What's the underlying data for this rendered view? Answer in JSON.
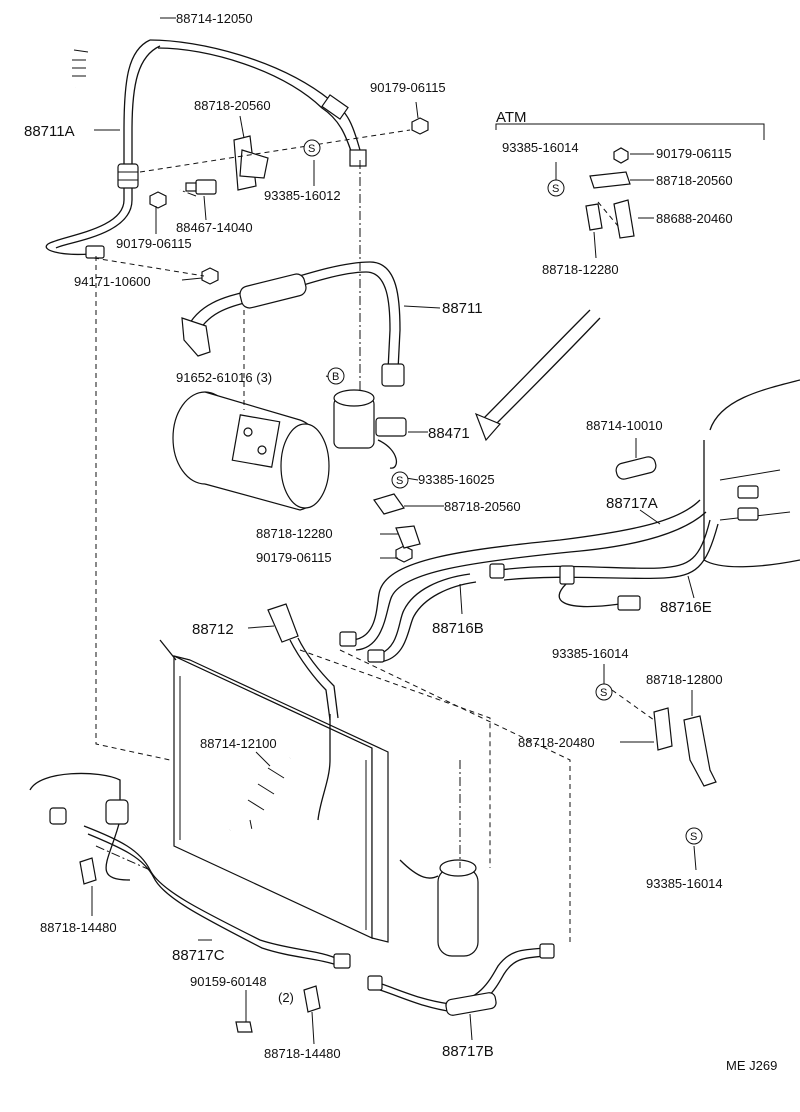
{
  "atm_header": "ATM",
  "drawing_id": "ME J269",
  "symbol_letters": {
    "s": "S",
    "b": "B"
  },
  "parts": {
    "p01": "88714-12050",
    "p02": "88711A",
    "p03": "88718-20560",
    "p04": "90179-06115",
    "p05": "93385-16012",
    "p06": "88467-14040",
    "p07": "90179-06115",
    "p08": "94171-10600",
    "p09": "88711",
    "p10": "91652-61016 (3)",
    "p11": "88471",
    "p12": "93385-16025",
    "p13": "88718-20560",
    "p14": "88718-12280",
    "p15": "90179-06115",
    "p16": "93385-16014",
    "p17": "90179-06115",
    "p18": "88718-20560",
    "p19": "88688-20460",
    "p20": "88718-12280",
    "p21": "88714-10010",
    "p22": "88717A",
    "p23": "88716B",
    "p24": "88716E",
    "p25": "88712",
    "p26": "93385-16014",
    "p27": "88718-12800",
    "p28": "88718-20480",
    "p29": "88714-12100",
    "p30": "93385-16014",
    "p31": "88718-14480",
    "p32": "88717C",
    "p33": "90159-60148",
    "p34": "(2)",
    "p35": "88718-14480",
    "p36": "88717B"
  }
}
